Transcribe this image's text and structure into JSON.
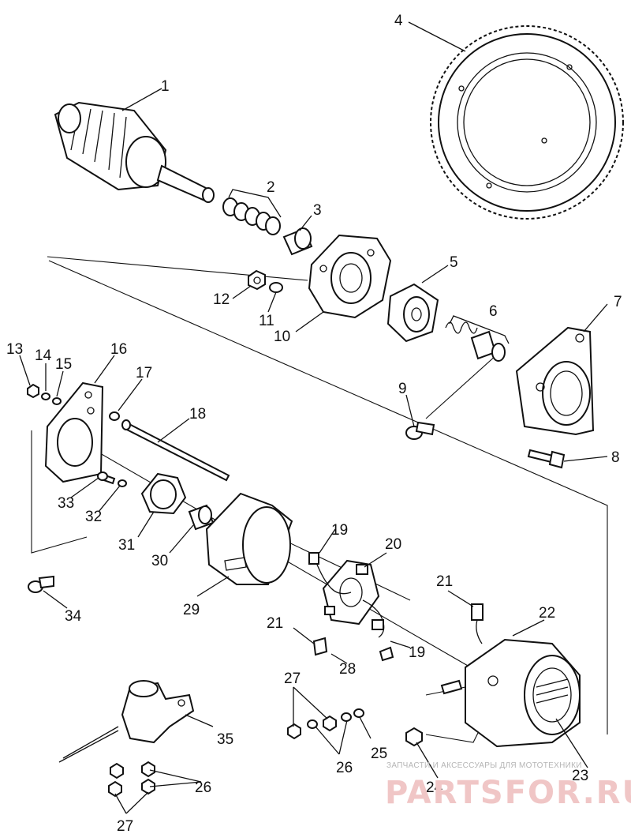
{
  "watermark": {
    "caption": "ЗАПЧАСТИ И АКСЕССУАРЫ ДЛЯ МОТОТЕХНИКИ",
    "brand": "PARTSFOR.RU"
  },
  "callouts": [
    "1",
    "2",
    "3",
    "4",
    "5",
    "6",
    "7",
    "8",
    "9",
    "10",
    "11",
    "12",
    "13",
    "14",
    "15",
    "16",
    "17",
    "18",
    "19",
    "19",
    "20",
    "21",
    "21",
    "22",
    "23",
    "24",
    "25",
    "26",
    "26",
    "27",
    "27",
    "28",
    "29",
    "30",
    "31",
    "32",
    "33",
    "34",
    "35"
  ]
}
